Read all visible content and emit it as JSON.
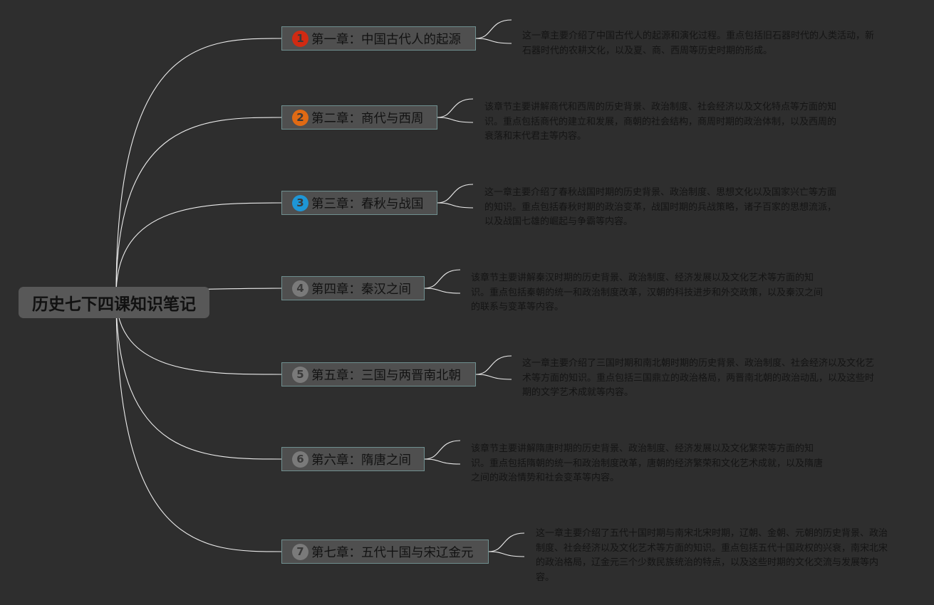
{
  "root": {
    "title": "历史七下四课知识笔记"
  },
  "colors": {
    "background": "#2e2e2e",
    "connector": "#ececec",
    "node_fill": "#4f4f4f",
    "node_border": "#6f8f8f",
    "root_fill": "#585858"
  },
  "chapters": [
    {
      "number": "1",
      "badge_color": "#d12a12",
      "title": "第一章：中国古代人的起源",
      "description": "这一章主要介绍了中国古代人的起源和演化过程。重点包括旧石器时代的人类活动，新石器时代的农耕文化，以及夏、商、西周等历史时期的形成。"
    },
    {
      "number": "2",
      "badge_color": "#e06a14",
      "title": "第二章：商代与西周",
      "description": "该章节主要讲解商代和西周的历史背景、政治制度、社会经济以及文化特点等方面的知识。重点包括商代的建立和发展，商朝的社会结构，商周时期的政治体制，以及西周的衰落和末代君主等内容。"
    },
    {
      "number": "3",
      "badge_color": "#1e96d6",
      "title": "第三章：春秋与战国",
      "description": "这一章主要介绍了春秋战国时期的历史背景、政治制度、思想文化以及国家兴亡等方面的知识。重点包括春秋时期的政治变革，战国时期的兵战策略，诸子百家的思想流派，以及战国七雄的崛起与争霸等内容。"
    },
    {
      "number": "4",
      "badge_color": "#7a7a7a",
      "title": "第四章：秦汉之间",
      "description": "该章节主要讲解秦汉时期的历史背景、政治制度、经济发展以及文化艺术等方面的知识。重点包括秦朝的统一和政治制度改革，汉朝的科技进步和外交政策，以及秦汉之间的联系与变革等内容。"
    },
    {
      "number": "5",
      "badge_color": "#7a7a7a",
      "title": "第五章：三国与两晋南北朝",
      "description": "这一章主要介绍了三国时期和南北朝时期的历史背景、政治制度、社会经济以及文化艺术等方面的知识。重点包括三国鼎立的政治格局，两晋南北朝的政治动乱，以及这些时期的文学艺术成就等内容。"
    },
    {
      "number": "6",
      "badge_color": "#7a7a7a",
      "title": "第六章：隋唐之间",
      "description": "该章节主要讲解隋唐时期的历史背景、政治制度、经济发展以及文化繁荣等方面的知识。重点包括隋朝的统一和政治制度改革，唐朝的经济繁荣和文化艺术成就，以及隋唐之间的政治情势和社会变革等内容。"
    },
    {
      "number": "7",
      "badge_color": "#7a7a7a",
      "title": "第七章：五代十国与宋辽金元",
      "description": "这一章主要介绍了五代十国时期与南宋北宋时期，辽朝、金朝、元朝的历史背景、政治制度、社会经济以及文化艺术等方面的知识。重点包括五代十国政权的兴衰，南宋北宋的政治格局，辽金元三个少数民族统治的特点，以及这些时期的文化交流与发展等内容。"
    }
  ]
}
